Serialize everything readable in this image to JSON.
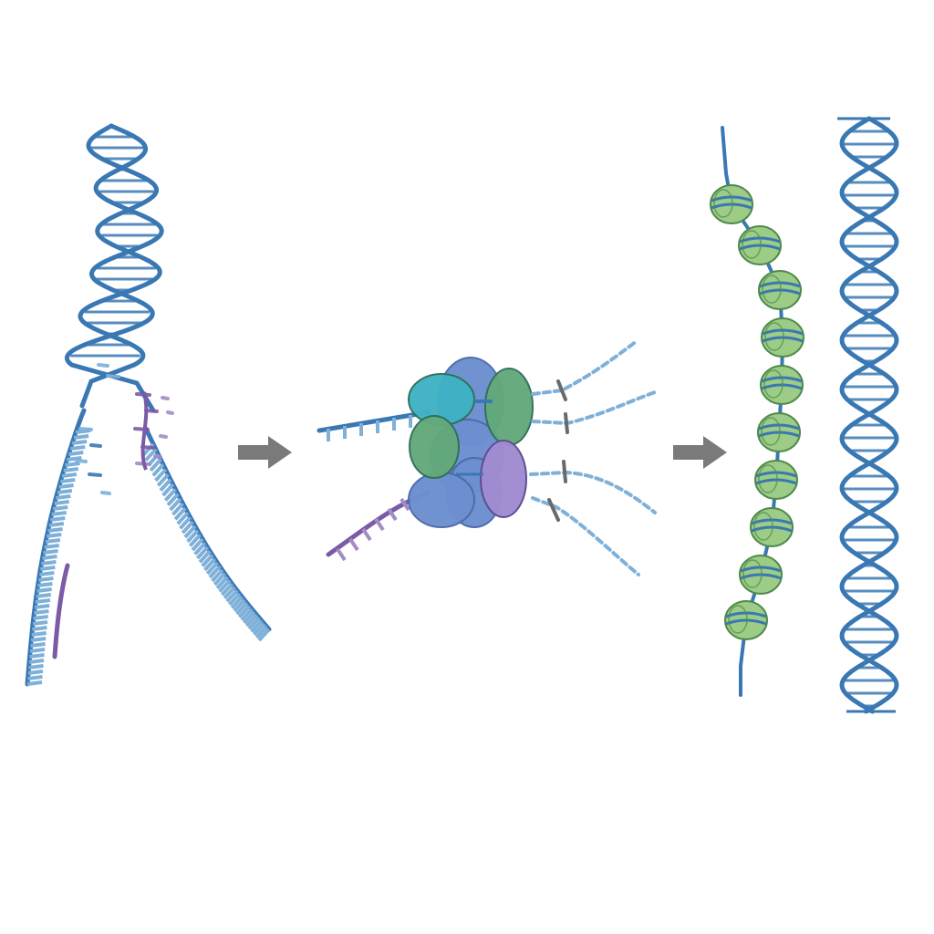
{
  "colors": {
    "background": "#ffffff",
    "dna_blue": "#3a78b4",
    "dna_blue_light": "#7fb0d8",
    "rna_purple": "#7b5ba6",
    "rna_purple_light": "#a48cc4",
    "protein_teal": "#3fb3c4",
    "protein_green": "#63a97b",
    "protein_blue": "#6d8fd0",
    "protein_purple": "#a18bd0",
    "nucleosome_green": "#9ccc85",
    "nucleosome_outline": "#4f8a4a",
    "arrow_gray": "#7a7a7a",
    "break_mark_gray": "#6a6a6a"
  },
  "panels": [
    {
      "id": "replication-fork-panel",
      "content": "dna-helix-unwinding-with-rna-primers"
    },
    {
      "id": "protein-complex-panel",
      "content": "multi-subunit-protein-complex-binding-strands"
    },
    {
      "id": "chromatin-panel",
      "content": "nucleosome-string-beside-double-helix"
    }
  ],
  "icons": [
    "right-arrow-icon",
    "right-arrow-icon"
  ]
}
